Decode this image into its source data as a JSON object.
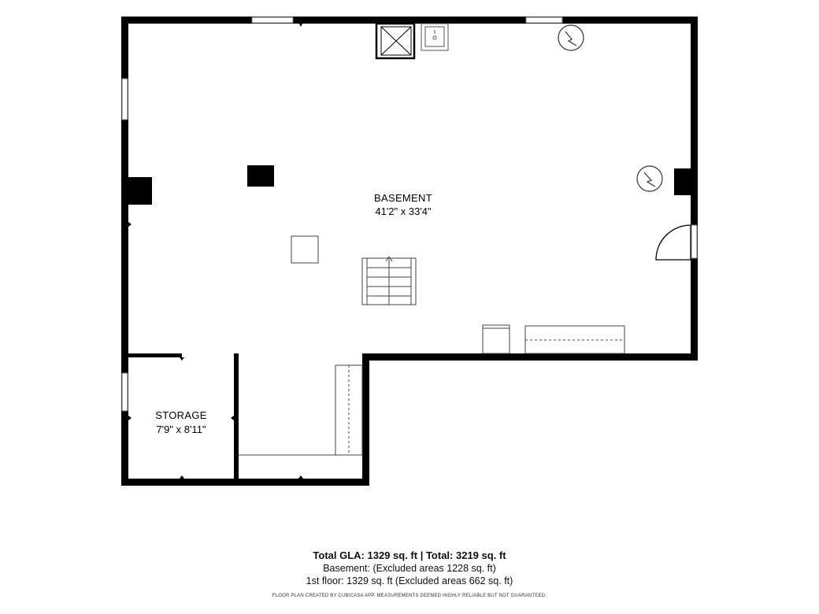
{
  "rooms": {
    "basement": {
      "name": "BASEMENT",
      "dimensions": "41'2\" x 33'4\""
    },
    "storage": {
      "name": "STORAGE",
      "dimensions": "7'9\" x 8'11\""
    }
  },
  "footer": {
    "total": "Total GLA: 1329 sq. ft | Total: 3219 sq. ft",
    "line1": "Basement: (Excluded areas 1228 sq. ft)",
    "line2": "1st floor: 1329 sq. ft (Excluded areas 662 sq. ft)",
    "disclaimer": "FLOOR PLAN CREATED BY CUBICASA APP. MEASUREMENTS DEEMED HIGHLY RELIABLE BUT NOT GUARANTEED."
  },
  "colors": {
    "wall": "#000000",
    "fixture": "#444444",
    "background": "#ffffff"
  },
  "icons": [
    "water-heater-icon",
    "furnace-icon",
    "sink-icon",
    "stairs-icon",
    "door-icon",
    "window-icon"
  ]
}
